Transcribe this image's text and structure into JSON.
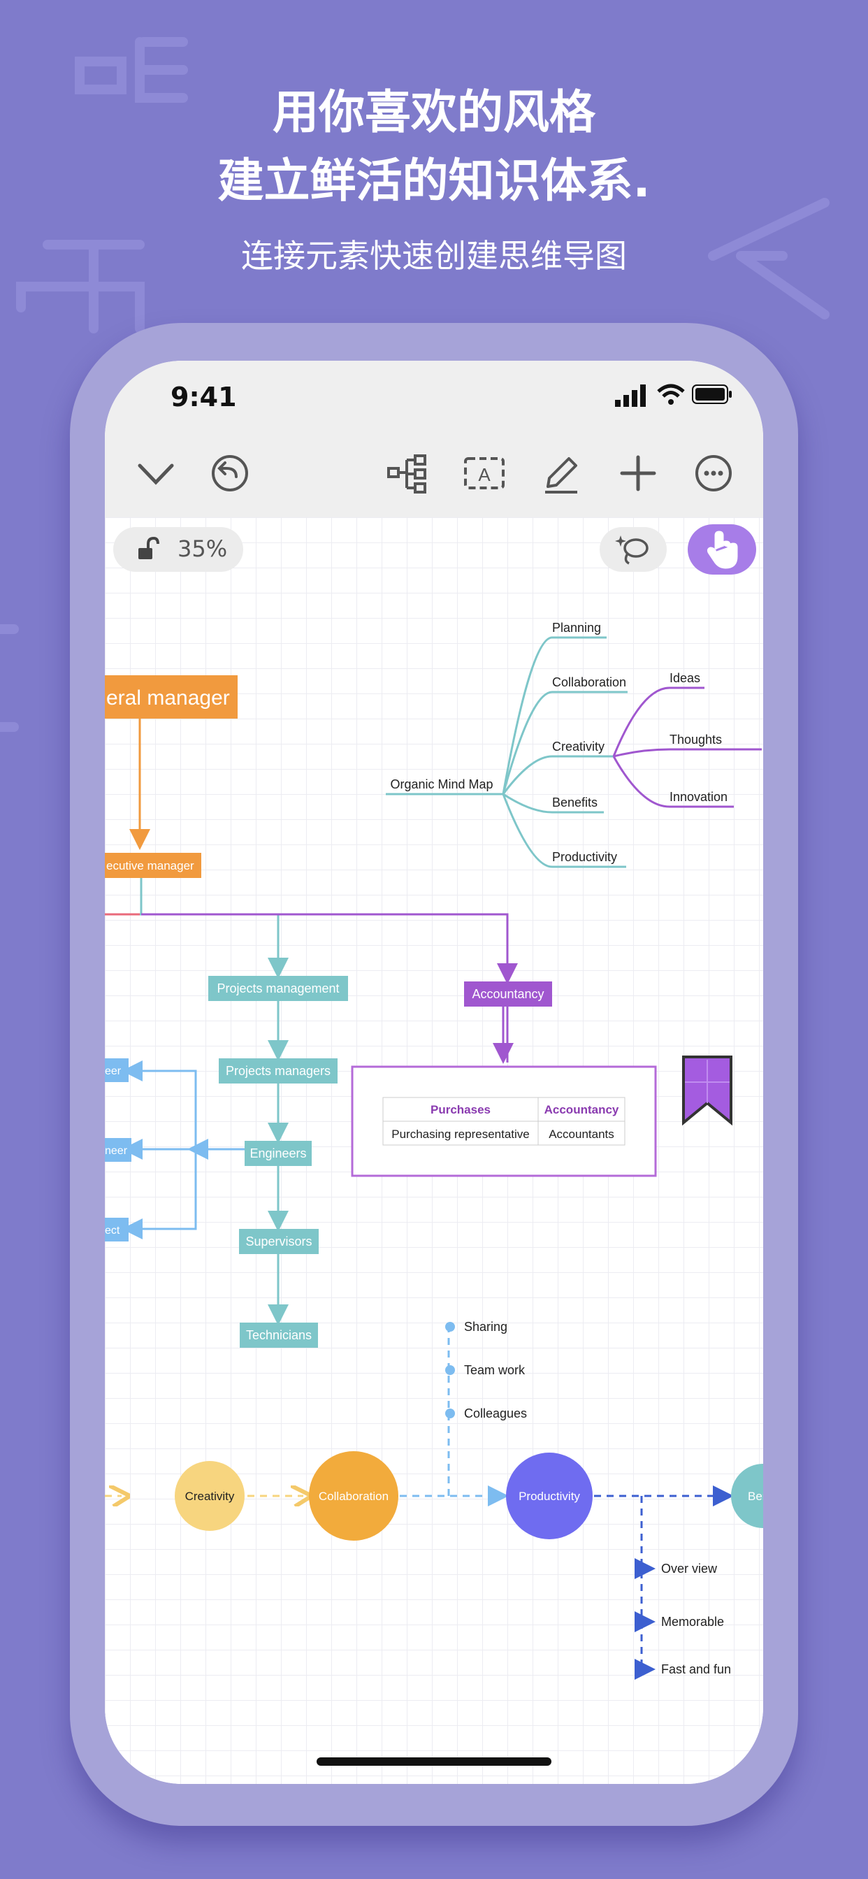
{
  "promo": {
    "title_line1": "用你喜欢的风格",
    "title_line2": "建立鲜活的知识体系.",
    "subtitle": "连接元素快速创建思维导图"
  },
  "status_bar": {
    "time": "9:41"
  },
  "toolbar": {
    "icons": [
      "chevron-down-icon",
      "undo-icon",
      "mindmap-layout-icon",
      "text-box-icon",
      "pencil-icon",
      "plus-icon",
      "more-icon"
    ]
  },
  "canvas": {
    "zoom": "35%",
    "org_chart": {
      "general_manager": "eral manager",
      "executive_manager": "ecutive manager",
      "projects_management": "Projects management",
      "accountancy": "Accountancy",
      "projects_managers": "Projects managers",
      "engineers": "Engineers",
      "supervisors": "Supervisors",
      "technicians": "Technicians",
      "left_nodes": [
        "eer",
        "neer",
        "ect"
      ],
      "table": {
        "headers": [
          "Purchases",
          "Accountancy"
        ],
        "row": [
          "Purchasing representative",
          "Accountants"
        ]
      }
    },
    "mind_map": {
      "root": "Organic Mind Map",
      "branches": [
        "Planning",
        "Collaboration",
        "Creativity",
        "Benefits",
        "Productivity"
      ],
      "creativity_children": [
        "Ideas",
        "Thoughts",
        "Innovation"
      ]
    },
    "flow": {
      "nodes": [
        "Creativity",
        "Collaboration",
        "Productivity",
        "Bene"
      ],
      "upper_items": [
        "Sharing",
        "Team work",
        "Colleagues"
      ],
      "lower_items": [
        "Over view",
        "Memorable",
        "Fast and fun"
      ]
    }
  },
  "colors": {
    "background": "#7f7bcb",
    "orange": "#f19a3e",
    "teal": "#7ec6c9",
    "purple": "#a057cf",
    "blue_link": "#7dbcf0",
    "productivity": "#6f6cf0",
    "creativity": "#f7d57f",
    "collaboration": "#f2ab3c"
  }
}
